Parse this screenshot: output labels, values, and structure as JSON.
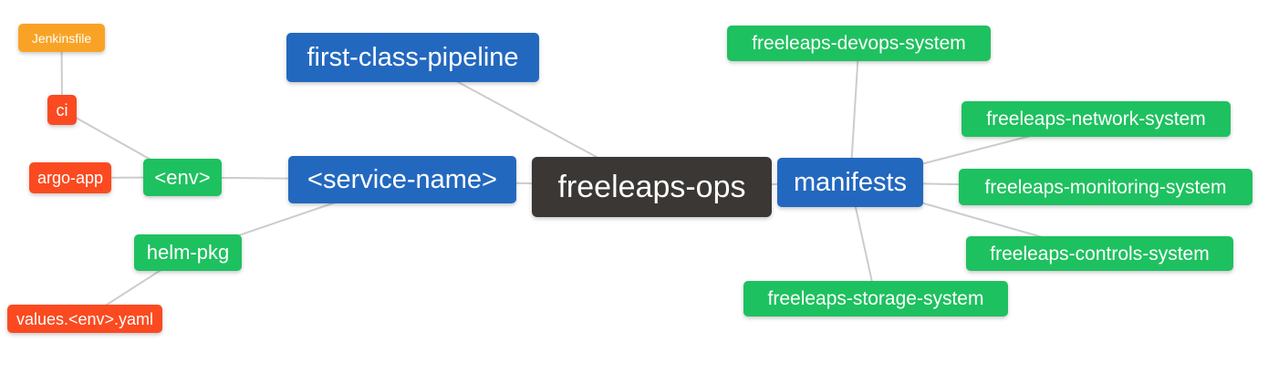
{
  "diagram": {
    "type": "mindmap",
    "title": "freeleaps-ops repository structure mind map",
    "colors": {
      "root_bg": "#3a3735",
      "branch_bg": "#2368bf",
      "green_bg": "#1ec15f",
      "red_bg": "#fb4a20",
      "orange_bg": "#f9a326",
      "edge": "#cccccc",
      "text": "#ffffff",
      "background": "#ffffff"
    },
    "nodes": [
      {
        "id": "jenkinsfile",
        "label": "Jenkinsfile",
        "level": 4,
        "color_role": "orange"
      },
      {
        "id": "ci",
        "label": "ci",
        "level": 3,
        "color_role": "red"
      },
      {
        "id": "argo-app",
        "label": "argo-app",
        "level": 3,
        "color_role": "red"
      },
      {
        "id": "env",
        "label": "<env>",
        "level": 2,
        "color_role": "green"
      },
      {
        "id": "helm-pkg",
        "label": "helm-pkg",
        "level": 2,
        "color_role": "green"
      },
      {
        "id": "values-env-yaml",
        "label": "values.<env>.yaml",
        "level": 3,
        "color_role": "red"
      },
      {
        "id": "first-class-pipeline",
        "label": "first-class-pipeline",
        "level": 1,
        "color_role": "blue"
      },
      {
        "id": "service-name",
        "label": "<service-name>",
        "level": 1,
        "color_role": "blue"
      },
      {
        "id": "freeleaps-ops",
        "label": "freeleaps-ops",
        "level": 0,
        "color_role": "dark"
      },
      {
        "id": "manifests",
        "label": "manifests",
        "level": 1,
        "color_role": "blue"
      },
      {
        "id": "freeleaps-devops-system",
        "label": "freeleaps-devops-system",
        "level": 2,
        "color_role": "green"
      },
      {
        "id": "freeleaps-network-system",
        "label": "freeleaps-network-system",
        "level": 2,
        "color_role": "green"
      },
      {
        "id": "freeleaps-monitoring-system",
        "label": "freeleaps-monitoring-system",
        "level": 2,
        "color_role": "green"
      },
      {
        "id": "freeleaps-controls-system",
        "label": "freeleaps-controls-system",
        "level": 2,
        "color_role": "green"
      },
      {
        "id": "freeleaps-storage-system",
        "label": "freeleaps-storage-system",
        "level": 2,
        "color_role": "green"
      }
    ],
    "edges": [
      [
        "jenkinsfile",
        "ci"
      ],
      [
        "ci",
        "env"
      ],
      [
        "argo-app",
        "env"
      ],
      [
        "env",
        "service-name"
      ],
      [
        "service-name",
        "helm-pkg"
      ],
      [
        "helm-pkg",
        "values-env-yaml"
      ],
      [
        "first-class-pipeline",
        "freeleaps-ops"
      ],
      [
        "service-name",
        "freeleaps-ops"
      ],
      [
        "freeleaps-ops",
        "manifests"
      ],
      [
        "manifests",
        "freeleaps-devops-system"
      ],
      [
        "manifests",
        "freeleaps-network-system"
      ],
      [
        "manifests",
        "freeleaps-monitoring-system"
      ],
      [
        "manifests",
        "freeleaps-controls-system"
      ],
      [
        "manifests",
        "freeleaps-storage-system"
      ]
    ]
  }
}
